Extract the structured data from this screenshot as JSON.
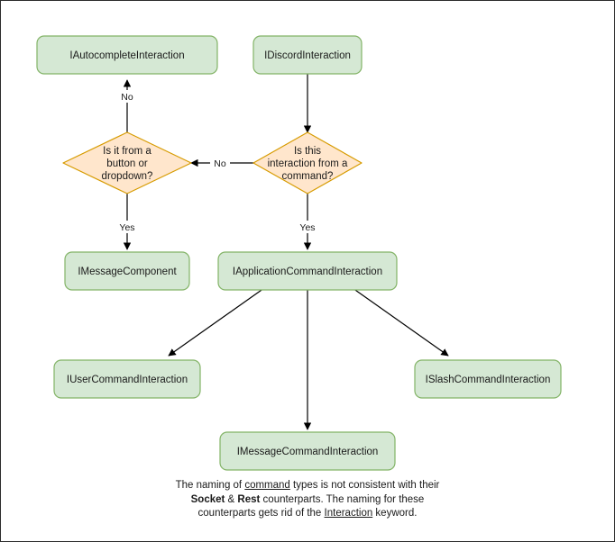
{
  "diagram": {
    "title": "Discord interaction type hierarchy flowchart",
    "colors": {
      "process_fill": "#d5e8d4",
      "process_stroke": "#82b366",
      "decision_fill": "#ffe6cc",
      "decision_stroke": "#d79b00",
      "edge": "#000000",
      "text": "#1a1a1a",
      "frame": "#2b2b2b",
      "background": "#ffffff"
    },
    "nodes": {
      "autocomplete": {
        "label": "IAutocompleteInteraction",
        "type": "process"
      },
      "discord": {
        "label": "IDiscordInteraction",
        "type": "process"
      },
      "decision_button": {
        "type": "decision",
        "lines": [
          "Is it from a",
          "button or",
          "dropdown?"
        ]
      },
      "decision_command": {
        "type": "decision",
        "lines": [
          "Is this",
          "interaction from a",
          "command?"
        ]
      },
      "message_component": {
        "label": "IMessageComponent",
        "type": "process"
      },
      "app_command": {
        "label": "IApplicationCommandInteraction",
        "type": "process"
      },
      "user_command": {
        "label": "IUserCommandInteraction",
        "type": "process"
      },
      "slash_command": {
        "label": "ISlashCommandInteraction",
        "type": "process"
      },
      "message_command": {
        "label": "IMessageCommandInteraction",
        "type": "process"
      }
    },
    "edge_labels": {
      "no_to_autocomplete": "No",
      "no_to_button_decision": "No",
      "yes_to_message_component": "Yes",
      "yes_to_app_command": "Yes"
    },
    "caption": {
      "line1_a": "The naming of ",
      "line1_u": "command",
      "line1_b": " types is not consistent with their",
      "line2_a": "",
      "line2_b1": "Socket",
      "line2_mid": " & ",
      "line2_b2": "Rest",
      "line2_c": " counterparts. The naming for these",
      "line3_a": "counterparts gets rid of the ",
      "line3_u": "Interaction",
      "line3_b": " keyword."
    }
  }
}
